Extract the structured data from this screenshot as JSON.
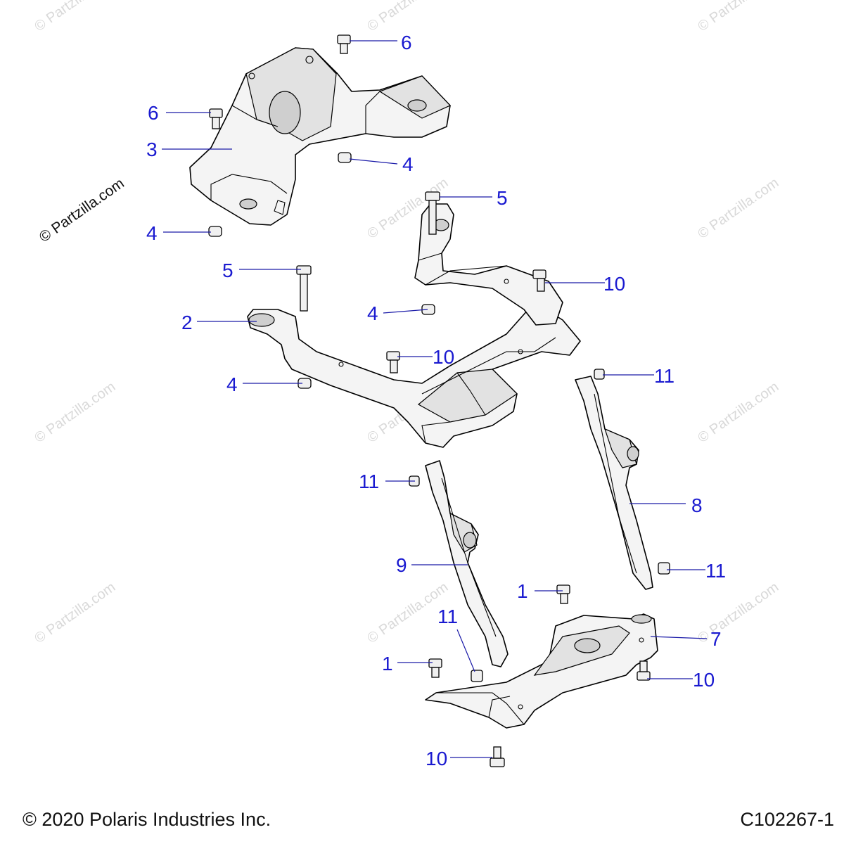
{
  "watermark": "© Partzilla.com",
  "brand_watermark": "© Partzilla.com",
  "callouts": {
    "c_6a": "6",
    "c_6b": "6",
    "c_3": "3",
    "c_4a": "4",
    "c_4b": "4",
    "c_5a": "5",
    "c_5b": "5",
    "c_10a": "10",
    "c_4c": "4",
    "c_2": "2",
    "c_10b": "10",
    "c_4d": "4",
    "c_11a": "11",
    "c_11b": "11",
    "c_8": "8",
    "c_9": "9",
    "c_11c": "11",
    "c_1a": "1",
    "c_11d": "11",
    "c_7": "7",
    "c_1b": "1",
    "c_10c": "10",
    "c_10d": "10"
  },
  "footer": {
    "copyright": "© 2020 Polaris Industries Inc.",
    "code": "C102267-1"
  }
}
